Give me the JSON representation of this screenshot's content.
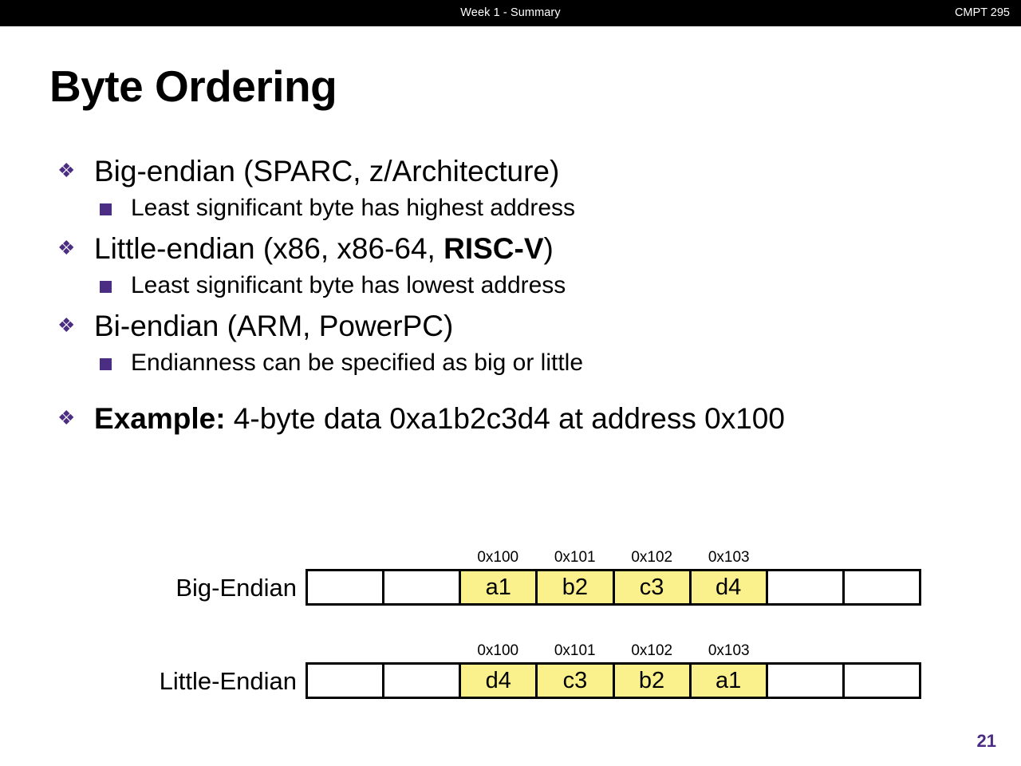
{
  "header": {
    "center_title": "Week 1 - Summary",
    "course_code": "CMPT 295"
  },
  "slide": {
    "title": "Byte Ordering",
    "page_number": "21",
    "accent_color": "#4B2D83",
    "highlight_color": "#FAF08C",
    "diamond_bullet_glyph": "❖"
  },
  "bullets": [
    {
      "level": 1,
      "text": "Big-endian (SPARC, z/Architecture)"
    },
    {
      "level": 2,
      "text": "Least significant byte has highest address"
    },
    {
      "level": 1,
      "text_before": "Little-endian (x86, x86-64, ",
      "text_bold": "RISC-V",
      "text_after": ")"
    },
    {
      "level": 2,
      "text": "Least significant byte has lowest address"
    },
    {
      "level": 1,
      "text": "Bi-endian (ARM, PowerPC)"
    },
    {
      "level": 2,
      "text": "Endianness can be specified as big or little"
    },
    {
      "level": 1,
      "text_bold": "Example:",
      "text_after": "  4-byte data 0xa1b2c3d4 at address 0x100"
    }
  ],
  "diagrams": [
    {
      "label": "Big-Endian",
      "addresses": [
        "0x100",
        "0x101",
        "0x102",
        "0x103"
      ],
      "cells": [
        {
          "value": "",
          "filled": false
        },
        {
          "value": "",
          "filled": false
        },
        {
          "value": "a1",
          "filled": true
        },
        {
          "value": "b2",
          "filled": true
        },
        {
          "value": "c3",
          "filled": true
        },
        {
          "value": "d4",
          "filled": true
        },
        {
          "value": "",
          "filled": false
        },
        {
          "value": "",
          "filled": false
        }
      ]
    },
    {
      "label": "Little-Endian",
      "addresses": [
        "0x100",
        "0x101",
        "0x102",
        "0x103"
      ],
      "cells": [
        {
          "value": "",
          "filled": false
        },
        {
          "value": "",
          "filled": false
        },
        {
          "value": "d4",
          "filled": true
        },
        {
          "value": "c3",
          "filled": true
        },
        {
          "value": "b2",
          "filled": true
        },
        {
          "value": "a1",
          "filled": true
        },
        {
          "value": "",
          "filled": false
        },
        {
          "value": "",
          "filled": false
        }
      ]
    }
  ]
}
